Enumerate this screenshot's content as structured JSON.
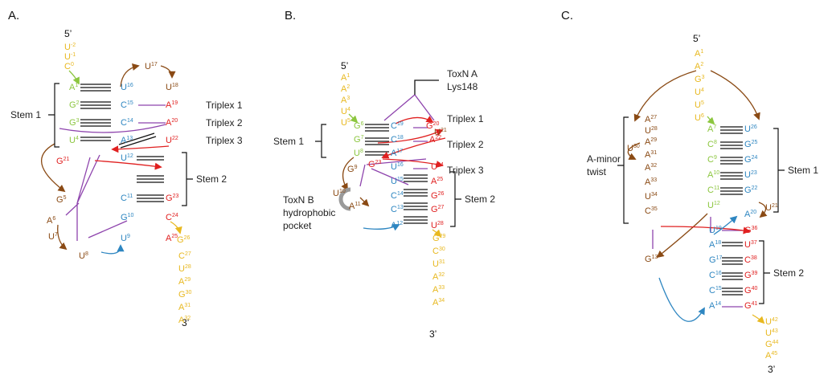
{
  "colors": {
    "yellow": "#e8b820",
    "green": "#8cc63f",
    "blue": "#2e86c1",
    "red": "#e02020",
    "brown": "#8a4a14",
    "purple": "#8e44ad",
    "black": "#111111",
    "grey": "#9a9a9a"
  },
  "ends": {
    "five": "5’",
    "three": "3’"
  },
  "panels": [
    {
      "label": "A.",
      "labels": {
        "stem1": "Stem 1",
        "stem2": "Stem 2",
        "triplex1": "Triplex 1",
        "triplex2": "Triplex 2",
        "triplex3": "Triplex 3"
      },
      "nucleotides": [
        {
          "b": "U",
          "n": "-2",
          "c": "yellow"
        },
        {
          "b": "U",
          "n": "-1",
          "c": "yellow"
        },
        {
          "b": "C",
          "n": "0",
          "c": "yellow"
        },
        {
          "b": "A",
          "n": "1",
          "c": "green"
        },
        {
          "b": "G",
          "n": "2",
          "c": "green"
        },
        {
          "b": "G",
          "n": "3",
          "c": "green"
        },
        {
          "b": "U",
          "n": "4",
          "c": "green"
        },
        {
          "b": "G",
          "n": "5",
          "c": "brown"
        },
        {
          "b": "A",
          "n": "6",
          "c": "brown"
        },
        {
          "b": "U",
          "n": "7",
          "c": "brown"
        },
        {
          "b": "U",
          "n": "8",
          "c": "brown"
        },
        {
          "b": "U",
          "n": "9",
          "c": "blue"
        },
        {
          "b": "G",
          "n": "10",
          "c": "blue"
        },
        {
          "b": "C",
          "n": "11",
          "c": "blue"
        },
        {
          "b": "U",
          "n": "12",
          "c": "blue"
        },
        {
          "b": "A",
          "n": "13",
          "c": "blue"
        },
        {
          "b": "C",
          "n": "14",
          "c": "blue"
        },
        {
          "b": "C",
          "n": "15",
          "c": "blue"
        },
        {
          "b": "U",
          "n": "16",
          "c": "blue"
        },
        {
          "b": "U",
          "n": "17",
          "c": "brown"
        },
        {
          "b": "U",
          "n": "18",
          "c": "brown"
        },
        {
          "b": "A",
          "n": "19",
          "c": "red"
        },
        {
          "b": "A",
          "n": "20",
          "c": "red"
        },
        {
          "b": "G",
          "n": "21",
          "c": "red"
        },
        {
          "b": "U",
          "n": "22",
          "c": "red"
        },
        {
          "b": "G",
          "n": "23",
          "c": "red"
        },
        {
          "b": "C",
          "n": "24",
          "c": "red"
        },
        {
          "b": "A",
          "n": "25",
          "c": "red"
        },
        {
          "b": "G",
          "n": "26",
          "c": "yellow"
        },
        {
          "b": "C",
          "n": "27",
          "c": "yellow"
        },
        {
          "b": "U",
          "n": "28",
          "c": "yellow"
        },
        {
          "b": "A",
          "n": "29",
          "c": "yellow"
        },
        {
          "b": "G",
          "n": "30",
          "c": "yellow"
        },
        {
          "b": "A",
          "n": "31",
          "c": "yellow"
        },
        {
          "b": "A",
          "n": "32",
          "c": "yellow"
        }
      ]
    },
    {
      "label": "B.",
      "labels": {
        "lys": [
          "ToxN A",
          "Lys148"
        ],
        "stem1": "Stem 1",
        "stem2": "Stem 2",
        "triplex1": "Triplex 1",
        "triplex2": "Triplex 2",
        "triplex3": "Triplex 3",
        "pocket": [
          "ToxN B",
          "hydrophobic",
          "pocket"
        ]
      },
      "nucleotides": [
        {
          "b": "A",
          "n": "1",
          "c": "yellow"
        },
        {
          "b": "A",
          "n": "2",
          "c": "yellow"
        },
        {
          "b": "A",
          "n": "3",
          "c": "yellow"
        },
        {
          "b": "U",
          "n": "4",
          "c": "yellow"
        },
        {
          "b": "U",
          "n": "5",
          "c": "yellow"
        },
        {
          "b": "G",
          "n": "6",
          "c": "green"
        },
        {
          "b": "G",
          "n": "7",
          "c": "green"
        },
        {
          "b": "U",
          "n": "8",
          "c": "green"
        },
        {
          "b": "G",
          "n": "9",
          "c": "brown"
        },
        {
          "b": "U",
          "n": "10",
          "c": "brown"
        },
        {
          "b": "A",
          "n": "11",
          "c": "brown"
        },
        {
          "b": "A",
          "n": "12",
          "c": "blue"
        },
        {
          "b": "C",
          "n": "13",
          "c": "blue"
        },
        {
          "b": "C",
          "n": "14",
          "c": "blue"
        },
        {
          "b": "U",
          "n": "15",
          "c": "blue"
        },
        {
          "b": "U",
          "n": "16",
          "c": "blue"
        },
        {
          "b": "A",
          "n": "17",
          "c": "blue"
        },
        {
          "b": "C",
          "n": "18",
          "c": "blue"
        },
        {
          "b": "C",
          "n": "19",
          "c": "blue"
        },
        {
          "b": "G",
          "n": "20",
          "c": "red"
        },
        {
          "b": "U",
          "n": "21",
          "c": "brown"
        },
        {
          "b": "A",
          "n": "22",
          "c": "red"
        },
        {
          "b": "G",
          "n": "23",
          "c": "red"
        },
        {
          "b": "U",
          "n": "24",
          "c": "red"
        },
        {
          "b": "A",
          "n": "25",
          "c": "red"
        },
        {
          "b": "G",
          "n": "26",
          "c": "red"
        },
        {
          "b": "G",
          "n": "27",
          "c": "red"
        },
        {
          "b": "U",
          "n": "28",
          "c": "red"
        },
        {
          "b": "G",
          "n": "29",
          "c": "yellow"
        },
        {
          "b": "C",
          "n": "30",
          "c": "yellow"
        },
        {
          "b": "U",
          "n": "31",
          "c": "yellow"
        },
        {
          "b": "A",
          "n": "32",
          "c": "yellow"
        },
        {
          "b": "A",
          "n": "33",
          "c": "yellow"
        },
        {
          "b": "A",
          "n": "34",
          "c": "yellow"
        }
      ]
    },
    {
      "label": "C.",
      "labels": {
        "aminor": [
          "A-minor",
          "twist"
        ],
        "stem1": "Stem 1",
        "stem2": "Stem 2"
      },
      "nucleotides": [
        {
          "b": "A",
          "n": "1",
          "c": "yellow"
        },
        {
          "b": "A",
          "n": "2",
          "c": "yellow"
        },
        {
          "b": "G",
          "n": "3",
          "c": "yellow"
        },
        {
          "b": "U",
          "n": "4",
          "c": "yellow"
        },
        {
          "b": "U",
          "n": "5",
          "c": "yellow"
        },
        {
          "b": "U",
          "n": "6",
          "c": "yellow"
        },
        {
          "b": "A",
          "n": "7",
          "c": "green"
        },
        {
          "b": "C",
          "n": "8",
          "c": "green"
        },
        {
          "b": "C",
          "n": "9",
          "c": "green"
        },
        {
          "b": "A",
          "n": "10",
          "c": "green"
        },
        {
          "b": "C",
          "n": "11",
          "c": "green"
        },
        {
          "b": "U",
          "n": "12",
          "c": "green"
        },
        {
          "b": "G",
          "n": "13",
          "c": "brown"
        },
        {
          "b": "A",
          "n": "14",
          "c": "blue"
        },
        {
          "b": "C",
          "n": "15",
          "c": "blue"
        },
        {
          "b": "C",
          "n": "16",
          "c": "blue"
        },
        {
          "b": "G",
          "n": "17",
          "c": "blue"
        },
        {
          "b": "A",
          "n": "18",
          "c": "blue"
        },
        {
          "b": "U",
          "n": "19",
          "c": "blue"
        },
        {
          "b": "A",
          "n": "20",
          "c": "blue"
        },
        {
          "b": "U",
          "n": "21",
          "c": "brown"
        },
        {
          "b": "G",
          "n": "22",
          "c": "blue"
        },
        {
          "b": "U",
          "n": "23",
          "c": "blue"
        },
        {
          "b": "G",
          "n": "24",
          "c": "blue"
        },
        {
          "b": "G",
          "n": "25",
          "c": "blue"
        },
        {
          "b": "U",
          "n": "26",
          "c": "blue"
        },
        {
          "b": "A",
          "n": "27",
          "c": "brown"
        },
        {
          "b": "U",
          "n": "28",
          "c": "brown"
        },
        {
          "b": "A",
          "n": "29",
          "c": "brown"
        },
        {
          "b": "U",
          "n": "30",
          "c": "brown"
        },
        {
          "b": "A",
          "n": "31",
          "c": "brown"
        },
        {
          "b": "A",
          "n": "32",
          "c": "brown"
        },
        {
          "b": "A",
          "n": "33",
          "c": "brown"
        },
        {
          "b": "U",
          "n": "34",
          "c": "brown"
        },
        {
          "b": "C",
          "n": "35",
          "c": "brown"
        },
        {
          "b": "G",
          "n": "36",
          "c": "red"
        },
        {
          "b": "U",
          "n": "37",
          "c": "red"
        },
        {
          "b": "C",
          "n": "38",
          "c": "red"
        },
        {
          "b": "G",
          "n": "39",
          "c": "red"
        },
        {
          "b": "G",
          "n": "40",
          "c": "red"
        },
        {
          "b": "G",
          "n": "41",
          "c": "red"
        },
        {
          "b": "U",
          "n": "42",
          "c": "yellow"
        },
        {
          "b": "U",
          "n": "43",
          "c": "yellow"
        },
        {
          "b": "G",
          "n": "44",
          "c": "yellow"
        },
        {
          "b": "A",
          "n": "45",
          "c": "yellow"
        }
      ]
    }
  ]
}
